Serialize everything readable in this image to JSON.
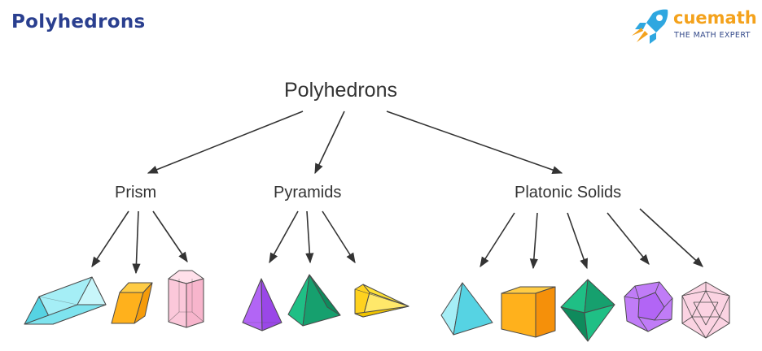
{
  "header": {
    "title": "Polyhedrons"
  },
  "brand": {
    "name": "cuemath",
    "tagline": "THE MATH EXPERT",
    "logo_icon": "rocket-icon",
    "colors": {
      "primary": "#f4a21c",
      "secondary": "#2fa7e0",
      "text": "#344a8a"
    }
  },
  "diagram": {
    "root": {
      "label": "Polyhedrons"
    },
    "categories": [
      {
        "label": "Prism",
        "shapes": [
          "triangular-prism",
          "parallelepiped",
          "pentagonal-prism"
        ]
      },
      {
        "label": "Pyramids",
        "shapes": [
          "triangular-pyramid",
          "square-pyramid",
          "pentagonal-pyramid"
        ]
      },
      {
        "label": "Platonic Solids",
        "shapes": [
          "tetrahedron",
          "cube",
          "octahedron",
          "dodecahedron",
          "icosahedron"
        ]
      }
    ],
    "colors": {
      "cyan": "#7ee3ee",
      "orange": "#ffb11c",
      "pink": "#fbc8da",
      "purple": "#b265f5",
      "green": "#1fbf85",
      "yellow": "#ffe235",
      "arrow": "#333333"
    }
  }
}
